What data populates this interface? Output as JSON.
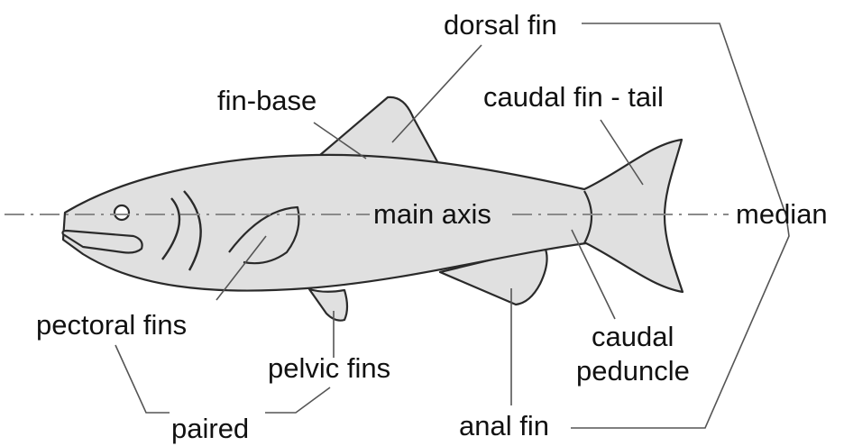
{
  "labels": {
    "dorsal_fin": "dorsal fin",
    "fin_base": "fin-base",
    "caudal_fin_tail": "caudal fin - tail",
    "main_axis": "main axis",
    "median": "median",
    "pectoral_fins": "pectoral fins",
    "pelvic_fins": "pelvic fins",
    "caudal": "caudal",
    "peduncle": "peduncle",
    "paired": "paired",
    "anal_fin": "anal fin"
  },
  "colors": {
    "fish_fill": "#e0e0e0",
    "outline": "#2a2a2a",
    "leader": "#555555",
    "axis": "#8a8a8a"
  }
}
